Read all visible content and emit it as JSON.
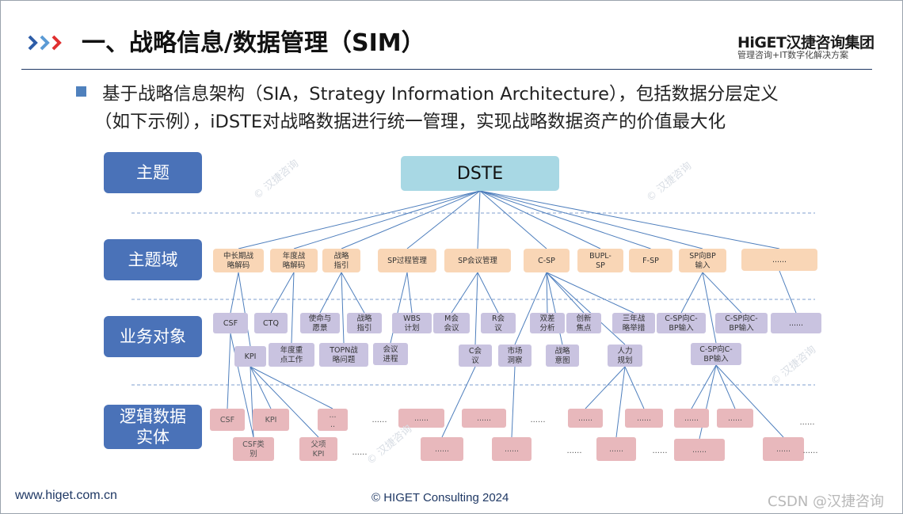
{
  "header": {
    "title": "一、战略信息/数据管理（SIM）",
    "brand": "HiGET汉捷咨询集团",
    "brand_tagline": "管理咨询+IT数字化解决方案"
  },
  "bullet": {
    "line1": "基于战略信息架构（SIA，Strategy Information Architecture），包括数据分层定义",
    "line2": "（如下示例），iDSTE对战略数据进行统一管理，实现战略数据资产的价值最大化"
  },
  "levels": [
    {
      "label": "主题"
    },
    {
      "label": "主题域"
    },
    {
      "label": "业务对象"
    },
    {
      "label": "逻辑数据|实体"
    }
  ],
  "topic": {
    "label": "DSTE"
  },
  "domains": [
    {
      "label": "中长期战|略解码"
    },
    {
      "label": "年度战|略解码"
    },
    {
      "label": "战略|指引"
    },
    {
      "label": "SP过程管理"
    },
    {
      "label": "SP会议管理"
    },
    {
      "label": "C-SP"
    },
    {
      "label": "BUPL-|SP"
    },
    {
      "label": "F-SP"
    },
    {
      "label": "SP向BP|输入"
    },
    {
      "label": "......"
    }
  ],
  "objects": [
    {
      "label": "CSF"
    },
    {
      "label": "CTQ"
    },
    {
      "label": "使命与|愿景"
    },
    {
      "label": "战略|指引"
    },
    {
      "label": "WBS|计划"
    },
    {
      "label": "M会|会议"
    },
    {
      "label": "R会|议"
    },
    {
      "label": "双差|分析"
    },
    {
      "label": "创新|焦点"
    },
    {
      "label": "三年战|略举措"
    },
    {
      "label": "C-SP向C-|BP输入"
    },
    {
      "label": "C-SP向C-|BP输入"
    },
    {
      "label": "......"
    },
    {
      "label": "KPI"
    },
    {
      "label": "年度重|点工作"
    },
    {
      "label": "TOPN战|略问题"
    },
    {
      "label": "会议|进程"
    },
    {
      "label": "C会|议"
    },
    {
      "label": "市场|洞察"
    },
    {
      "label": "战略|意图"
    },
    {
      "label": "人力|规划"
    },
    {
      "label": "C-SP向C-|BP输入"
    }
  ],
  "entities": [
    {
      "label": "CSF"
    },
    {
      "label": "KPI"
    },
    {
      "label": "...|.."
    },
    {
      "label": "......"
    },
    {
      "label": "......"
    },
    {
      "label": "......"
    },
    {
      "label": "......"
    },
    {
      "label": "......"
    },
    {
      "label": "......"
    },
    {
      "label": "CSF类|别"
    },
    {
      "label": "父项|KPI"
    },
    {
      "label": "......"
    },
    {
      "label": "......"
    },
    {
      "label": "......"
    },
    {
      "label": "......"
    },
    {
      "label": "......"
    }
  ],
  "ellipses": [
    "......",
    "......",
    "......",
    "......",
    "......",
    "......",
    "......"
  ],
  "watermark": "© 汉捷咨询",
  "footer": {
    "url": "www.higet.com.cn",
    "copyright": "©  HIGET Consulting    2024",
    "csdn": "CSDN @汉捷咨询"
  },
  "colors": {
    "level_box": "#4a72b8",
    "topic_box": "#a8d8e4",
    "domain_box": "#f9d6b6",
    "object_box": "#c9c3e0",
    "entity_box": "#e8b8bc",
    "line": "#4f7fbd",
    "bullet": "#4f81bd",
    "title_rule": "#1f3864"
  },
  "icons": [
    "chevron-right-icon",
    "chevron-right-icon",
    "chevron-right-icon",
    "square-bullet-icon"
  ]
}
